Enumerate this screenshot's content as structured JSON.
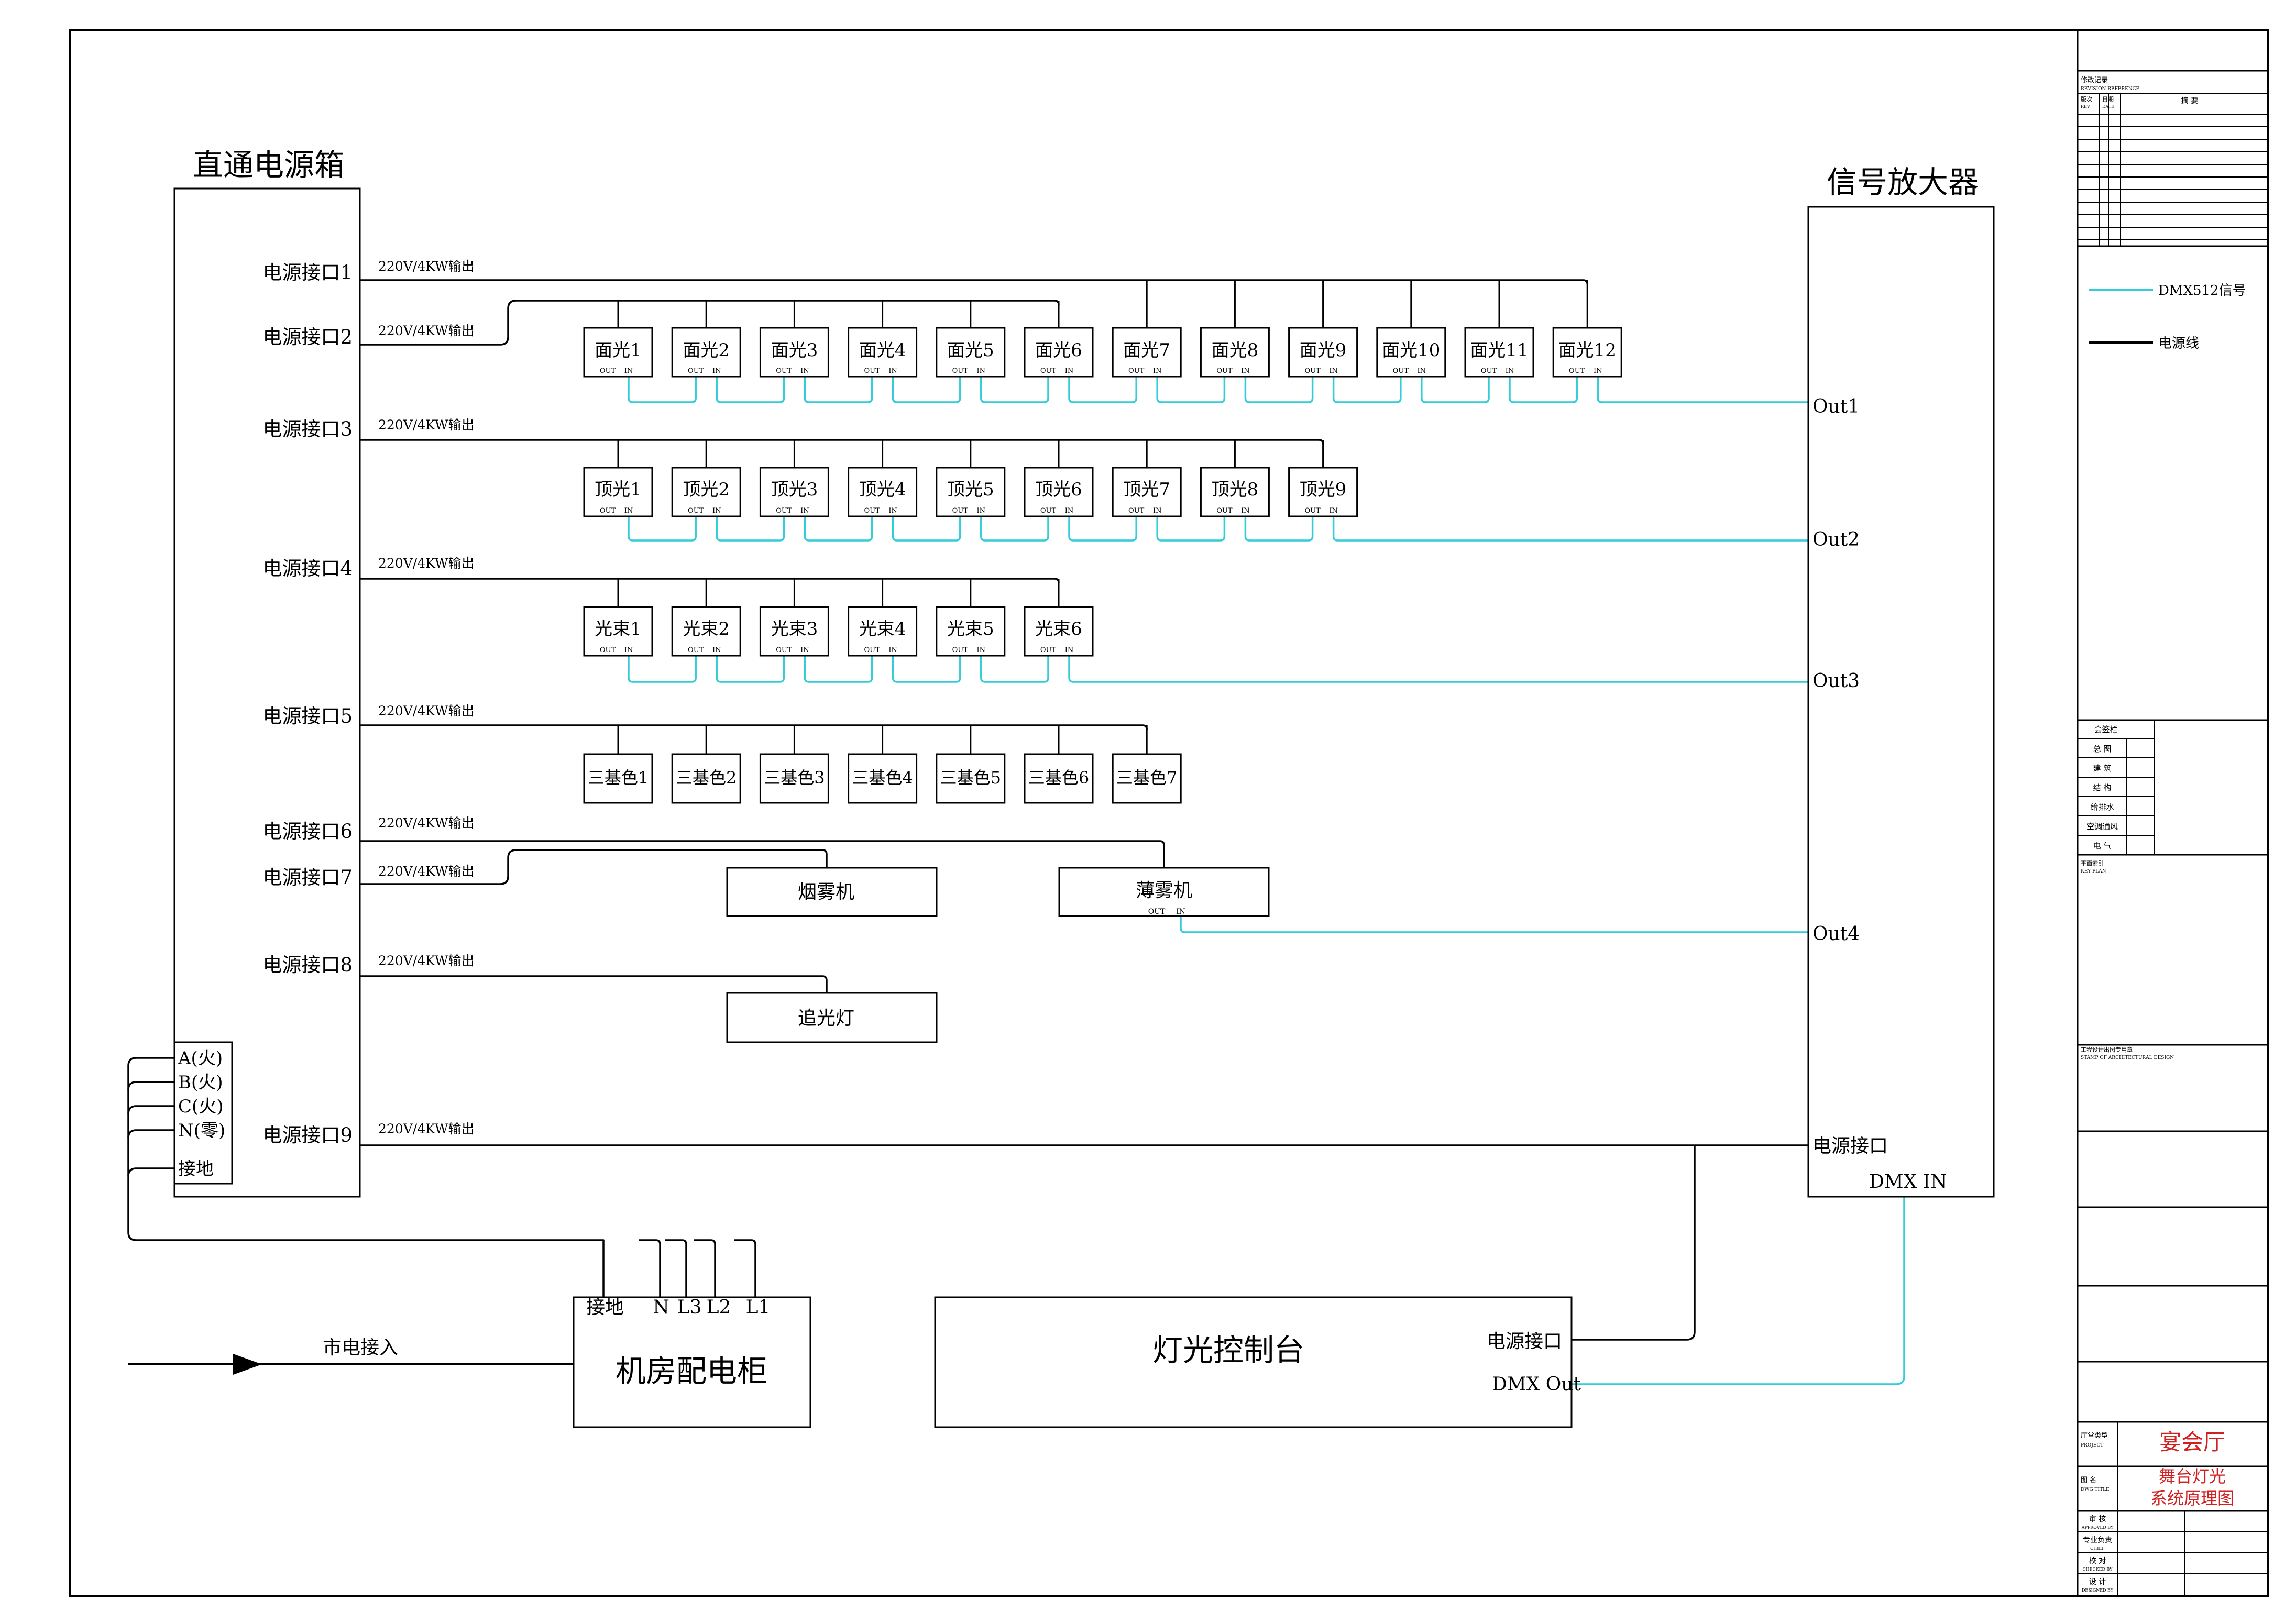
{
  "colors": {
    "signal": "#33ccd9",
    "power": "#000000",
    "accent": "#d02020",
    "line": "#000000"
  },
  "power_box": {
    "title": "直通电源箱",
    "ports": [
      {
        "label": "电源接口1",
        "out": "220V/4KW输出"
      },
      {
        "label": "电源接口2",
        "out": "220V/4KW输出"
      },
      {
        "label": "电源接口3",
        "out": "220V/4KW输出"
      },
      {
        "label": "电源接口4",
        "out": "220V/4KW输出"
      },
      {
        "label": "电源接口5",
        "out": "220V/4KW输出"
      },
      {
        "label": "电源接口6",
        "out": "220V/4KW输出"
      },
      {
        "label": "电源接口7",
        "out": "220V/4KW输出"
      },
      {
        "label": "电源接口8",
        "out": "220V/4KW输出"
      },
      {
        "label": "电源接口9",
        "out": "220V/4KW输出"
      }
    ],
    "phases": [
      "A(火)",
      "B(火)",
      "C(火)",
      "N(零)",
      "接地"
    ]
  },
  "amplifier": {
    "title": "信号放大器",
    "outs": [
      "Out1",
      "Out2",
      "Out3",
      "Out4"
    ],
    "power": "电源接口",
    "dmx_in": "DMX IN"
  },
  "groups": {
    "face": {
      "items": [
        "面光1",
        "面光2",
        "面光3",
        "面光4",
        "面光5",
        "面光6",
        "面光7",
        "面光8",
        "面光9",
        "面光10",
        "面光11",
        "面光12"
      ]
    },
    "top": {
      "items": [
        "顶光1",
        "顶光2",
        "顶光3",
        "顶光4",
        "顶光5",
        "顶光6",
        "顶光7",
        "顶光8",
        "顶光9"
      ]
    },
    "beam": {
      "items": [
        "光束1",
        "光束2",
        "光束3",
        "光束4",
        "光束5",
        "光束6"
      ]
    },
    "rgb": {
      "items": [
        "三基色1",
        "三基色2",
        "三基色3",
        "三基色4",
        "三基色5",
        "三基色6",
        "三基色7"
      ]
    }
  },
  "port_labels": {
    "out": "OUT",
    "in": "IN"
  },
  "devices": {
    "smoke": "烟雾机",
    "haze": "薄雾机",
    "follow": "追光灯"
  },
  "cabinet": {
    "title": "机房配电柜",
    "terminals": [
      "接地",
      "N",
      "L3",
      "L2",
      "L1"
    ],
    "mains": "市电接入"
  },
  "console": {
    "title": "灯光控制台",
    "power": "电源接口",
    "dmx_out": "DMX Out"
  },
  "legend": {
    "signal": "DMX512信号",
    "power": "电源线"
  },
  "title_block": {
    "revision_title": "修改记录",
    "revision_title_en": "REVISION REFERENCE",
    "revision_cols": [
      "版次",
      "日期",
      "摘 要"
    ],
    "revision_cols_en": [
      "REV",
      "DATE"
    ],
    "signoff_title": "会签栏",
    "signoff_rows": [
      "总 图",
      "建 筑",
      "结 构",
      "给排水",
      "空调通风",
      "电 气"
    ],
    "keyplan": "平面索引",
    "keyplan_en": "KEY PLAN",
    "stamp": "工程设计出图专用章",
    "stamp_en": "STAMP OF ARCHITECTURAL DESIGN",
    "project_label": "厅堂类型",
    "project_label_en": "PROJECT",
    "project": "宴会厅",
    "drawing_label": "图  名",
    "drawing_label_en": "DWG TITLE",
    "drawing_title": [
      "舞台灯光",
      "系统原理图"
    ],
    "people": [
      {
        "cn": "审 核",
        "en": "APPROVED BY"
      },
      {
        "cn": "专业负责",
        "en": "CHIEF"
      },
      {
        "cn": "校 对",
        "en": "CHECKED BY"
      },
      {
        "cn": "设 计",
        "en": "DESIGNED BY"
      }
    ]
  }
}
